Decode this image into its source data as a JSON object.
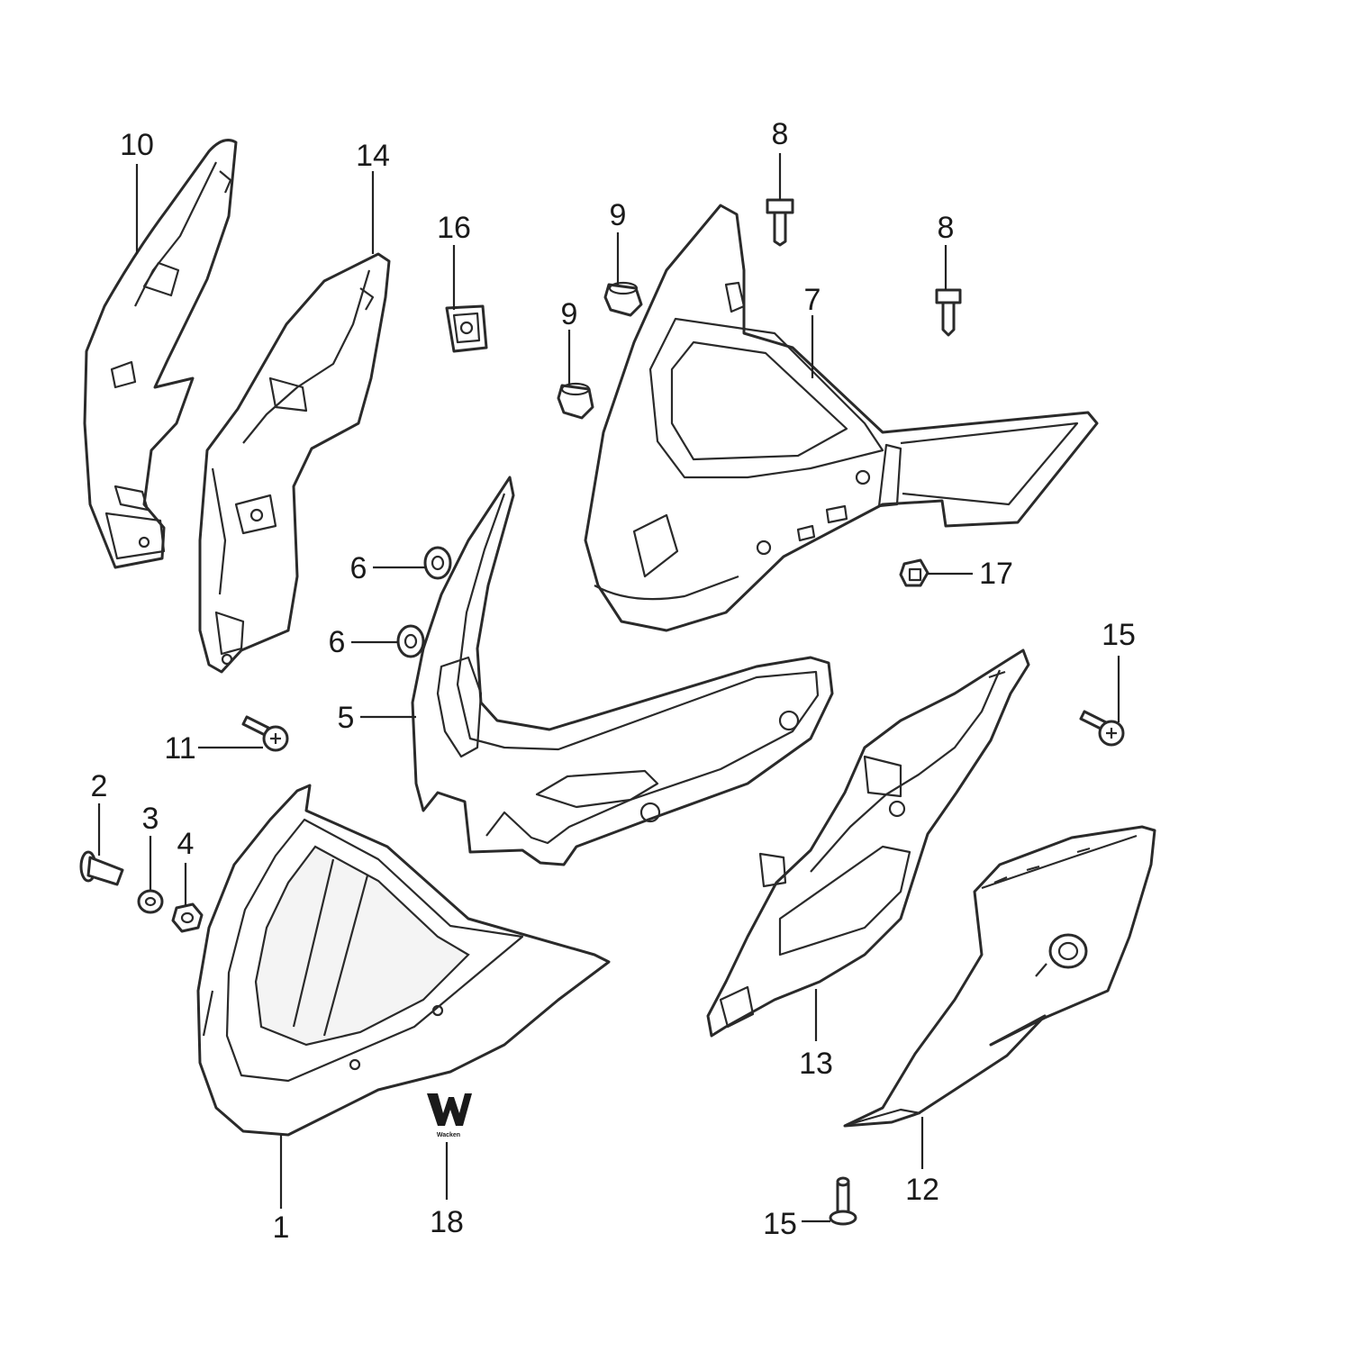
{
  "callouts": [
    {
      "id": "c10a",
      "text": "10"
    },
    {
      "id": "c14",
      "text": "14"
    },
    {
      "id": "c16",
      "text": "16"
    },
    {
      "id": "c9a",
      "text": "9"
    },
    {
      "id": "c9b",
      "text": "9"
    },
    {
      "id": "c8a",
      "text": "8"
    },
    {
      "id": "c8b",
      "text": "8"
    },
    {
      "id": "c7",
      "text": "7"
    },
    {
      "id": "c6a",
      "text": "6"
    },
    {
      "id": "c6b",
      "text": "6"
    },
    {
      "id": "c17",
      "text": "17"
    },
    {
      "id": "c15a",
      "text": "15"
    },
    {
      "id": "c5",
      "text": "5"
    },
    {
      "id": "c11",
      "text": "11"
    },
    {
      "id": "c2",
      "text": "2"
    },
    {
      "id": "c3",
      "text": "3"
    },
    {
      "id": "c4",
      "text": "4"
    },
    {
      "id": "c13",
      "text": "13"
    },
    {
      "id": "c12",
      "text": "12"
    },
    {
      "id": "c1",
      "text": "1"
    },
    {
      "id": "c18",
      "text": "18"
    },
    {
      "id": "c15b",
      "text": "15"
    }
  ],
  "logo": {
    "mark": "W",
    "subtext": "Wacken"
  },
  "colors": {
    "line": "#2a2a2a",
    "background": "#ffffff"
  }
}
